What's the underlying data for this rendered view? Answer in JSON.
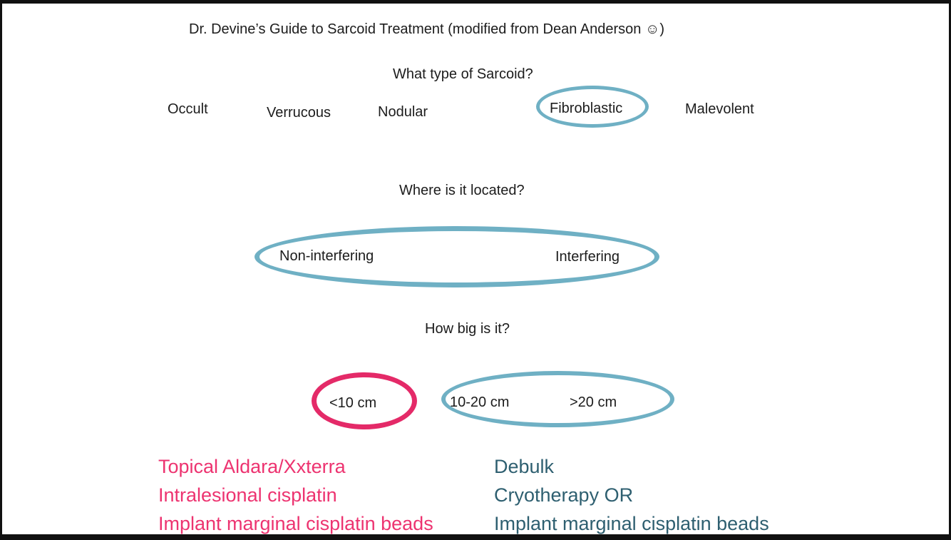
{
  "title": "Dr. Devine’s Guide to Sarcoid Treatment (modified from Dean Anderson ☺)",
  "questions": {
    "type": "What type of Sarcoid?",
    "location": "Where is it located?",
    "size": "How big is it?"
  },
  "types": [
    "Occult",
    "Verrucous",
    "Nodular",
    "Fibroblastic",
    "Malevolent"
  ],
  "locations": [
    "Non-interfering",
    "Interfering"
  ],
  "sizes": [
    "<10 cm",
    "10-20 cm",
    ">20 cm"
  ],
  "treatments_small": [
    "Topical Aldara/Xxterra",
    "Intralesional cisplatin",
    "Implant marginal cisplatin beads"
  ],
  "treatments_large": [
    "Debulk",
    "Cryotherapy OR",
    "Implant marginal cisplatin beads"
  ],
  "highlights": {
    "circled_type": "Fibroblastic",
    "circled_locations": "Non-interfering, Interfering",
    "circled_size_small": "<10 cm",
    "circled_sizes_large": "10-20 cm, >20 cm"
  },
  "colors": {
    "teal_highlight": "#6fb0c4",
    "pink_highlight": "#e42a68",
    "pink_text": "#ed3370",
    "teal_text": "#2e5f70",
    "body_text": "#1c1c1c",
    "frame": "#111111",
    "background": "#ffffff"
  }
}
